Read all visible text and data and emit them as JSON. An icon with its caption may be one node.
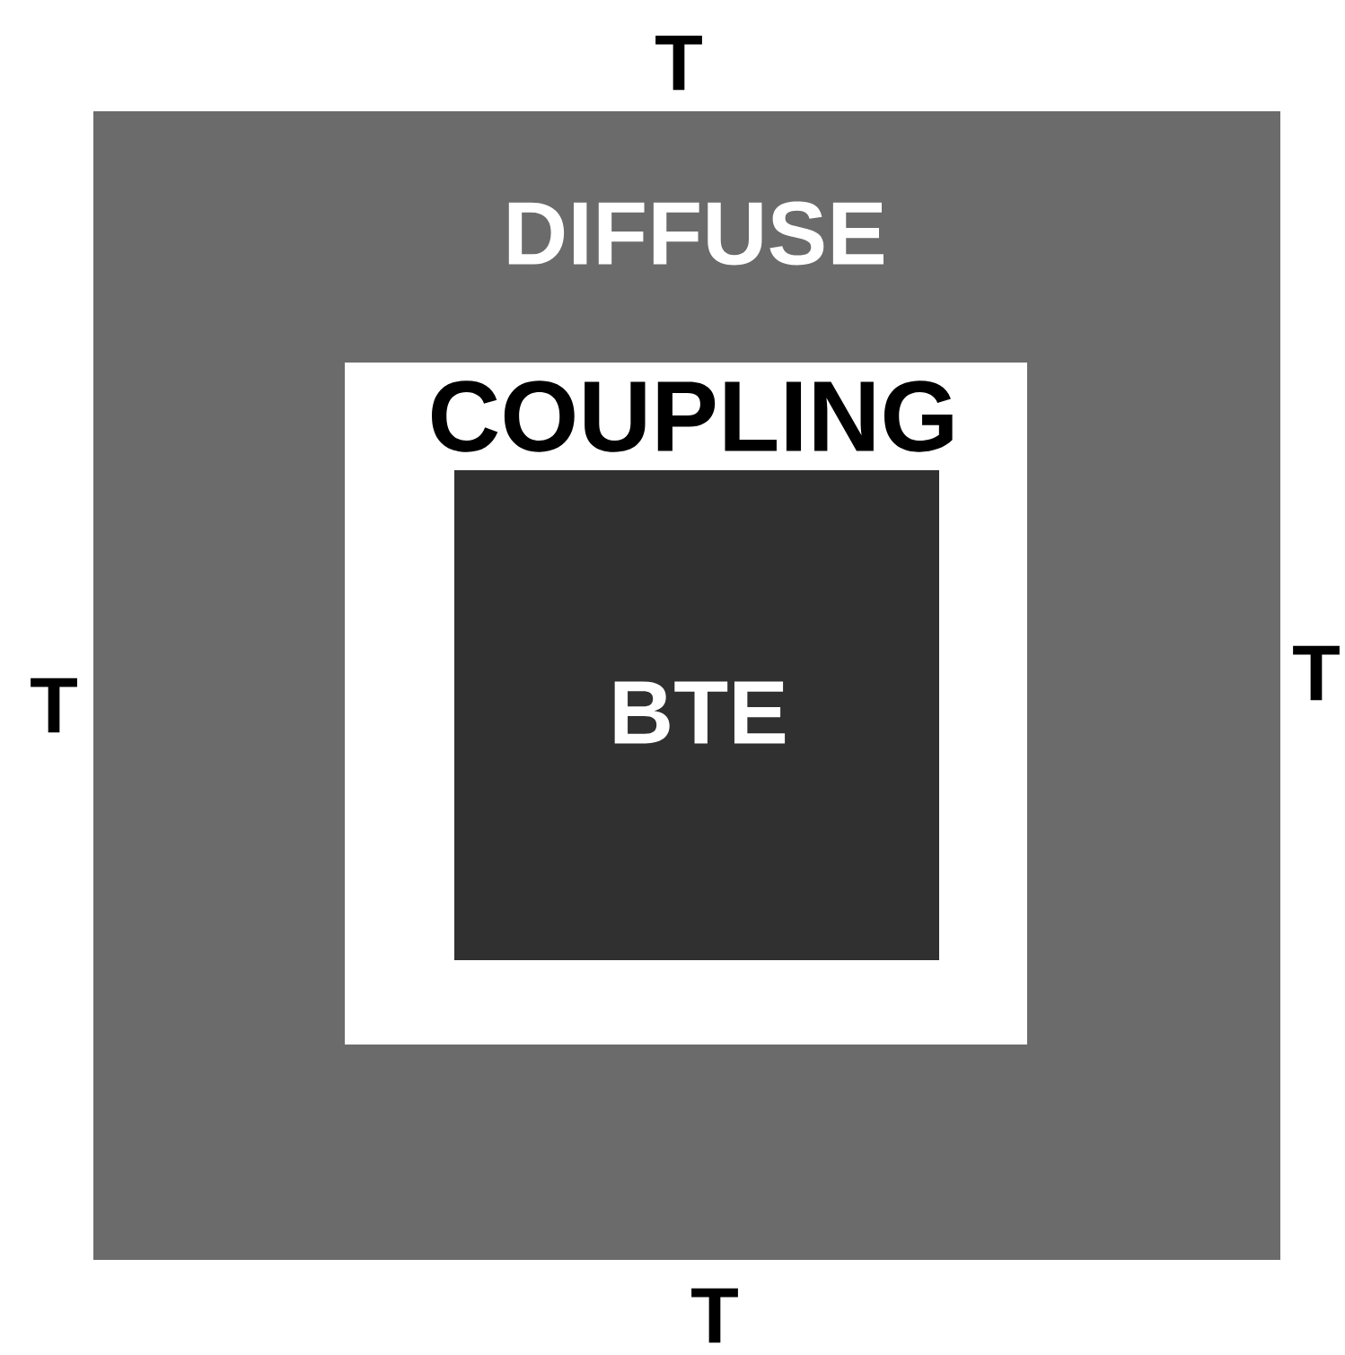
{
  "diagram": {
    "nodes": [
      {
        "text": [
          "DIFFUSE"
        ]
      },
      {
        "text": [
          "COUPLING"
        ],
        "in": 0
      },
      {
        "text": [
          "BTE"
        ],
        "in": 1
      }
    ],
    "labels": [
      "T",
      "T",
      "T",
      "T"
    ]
  }
}
